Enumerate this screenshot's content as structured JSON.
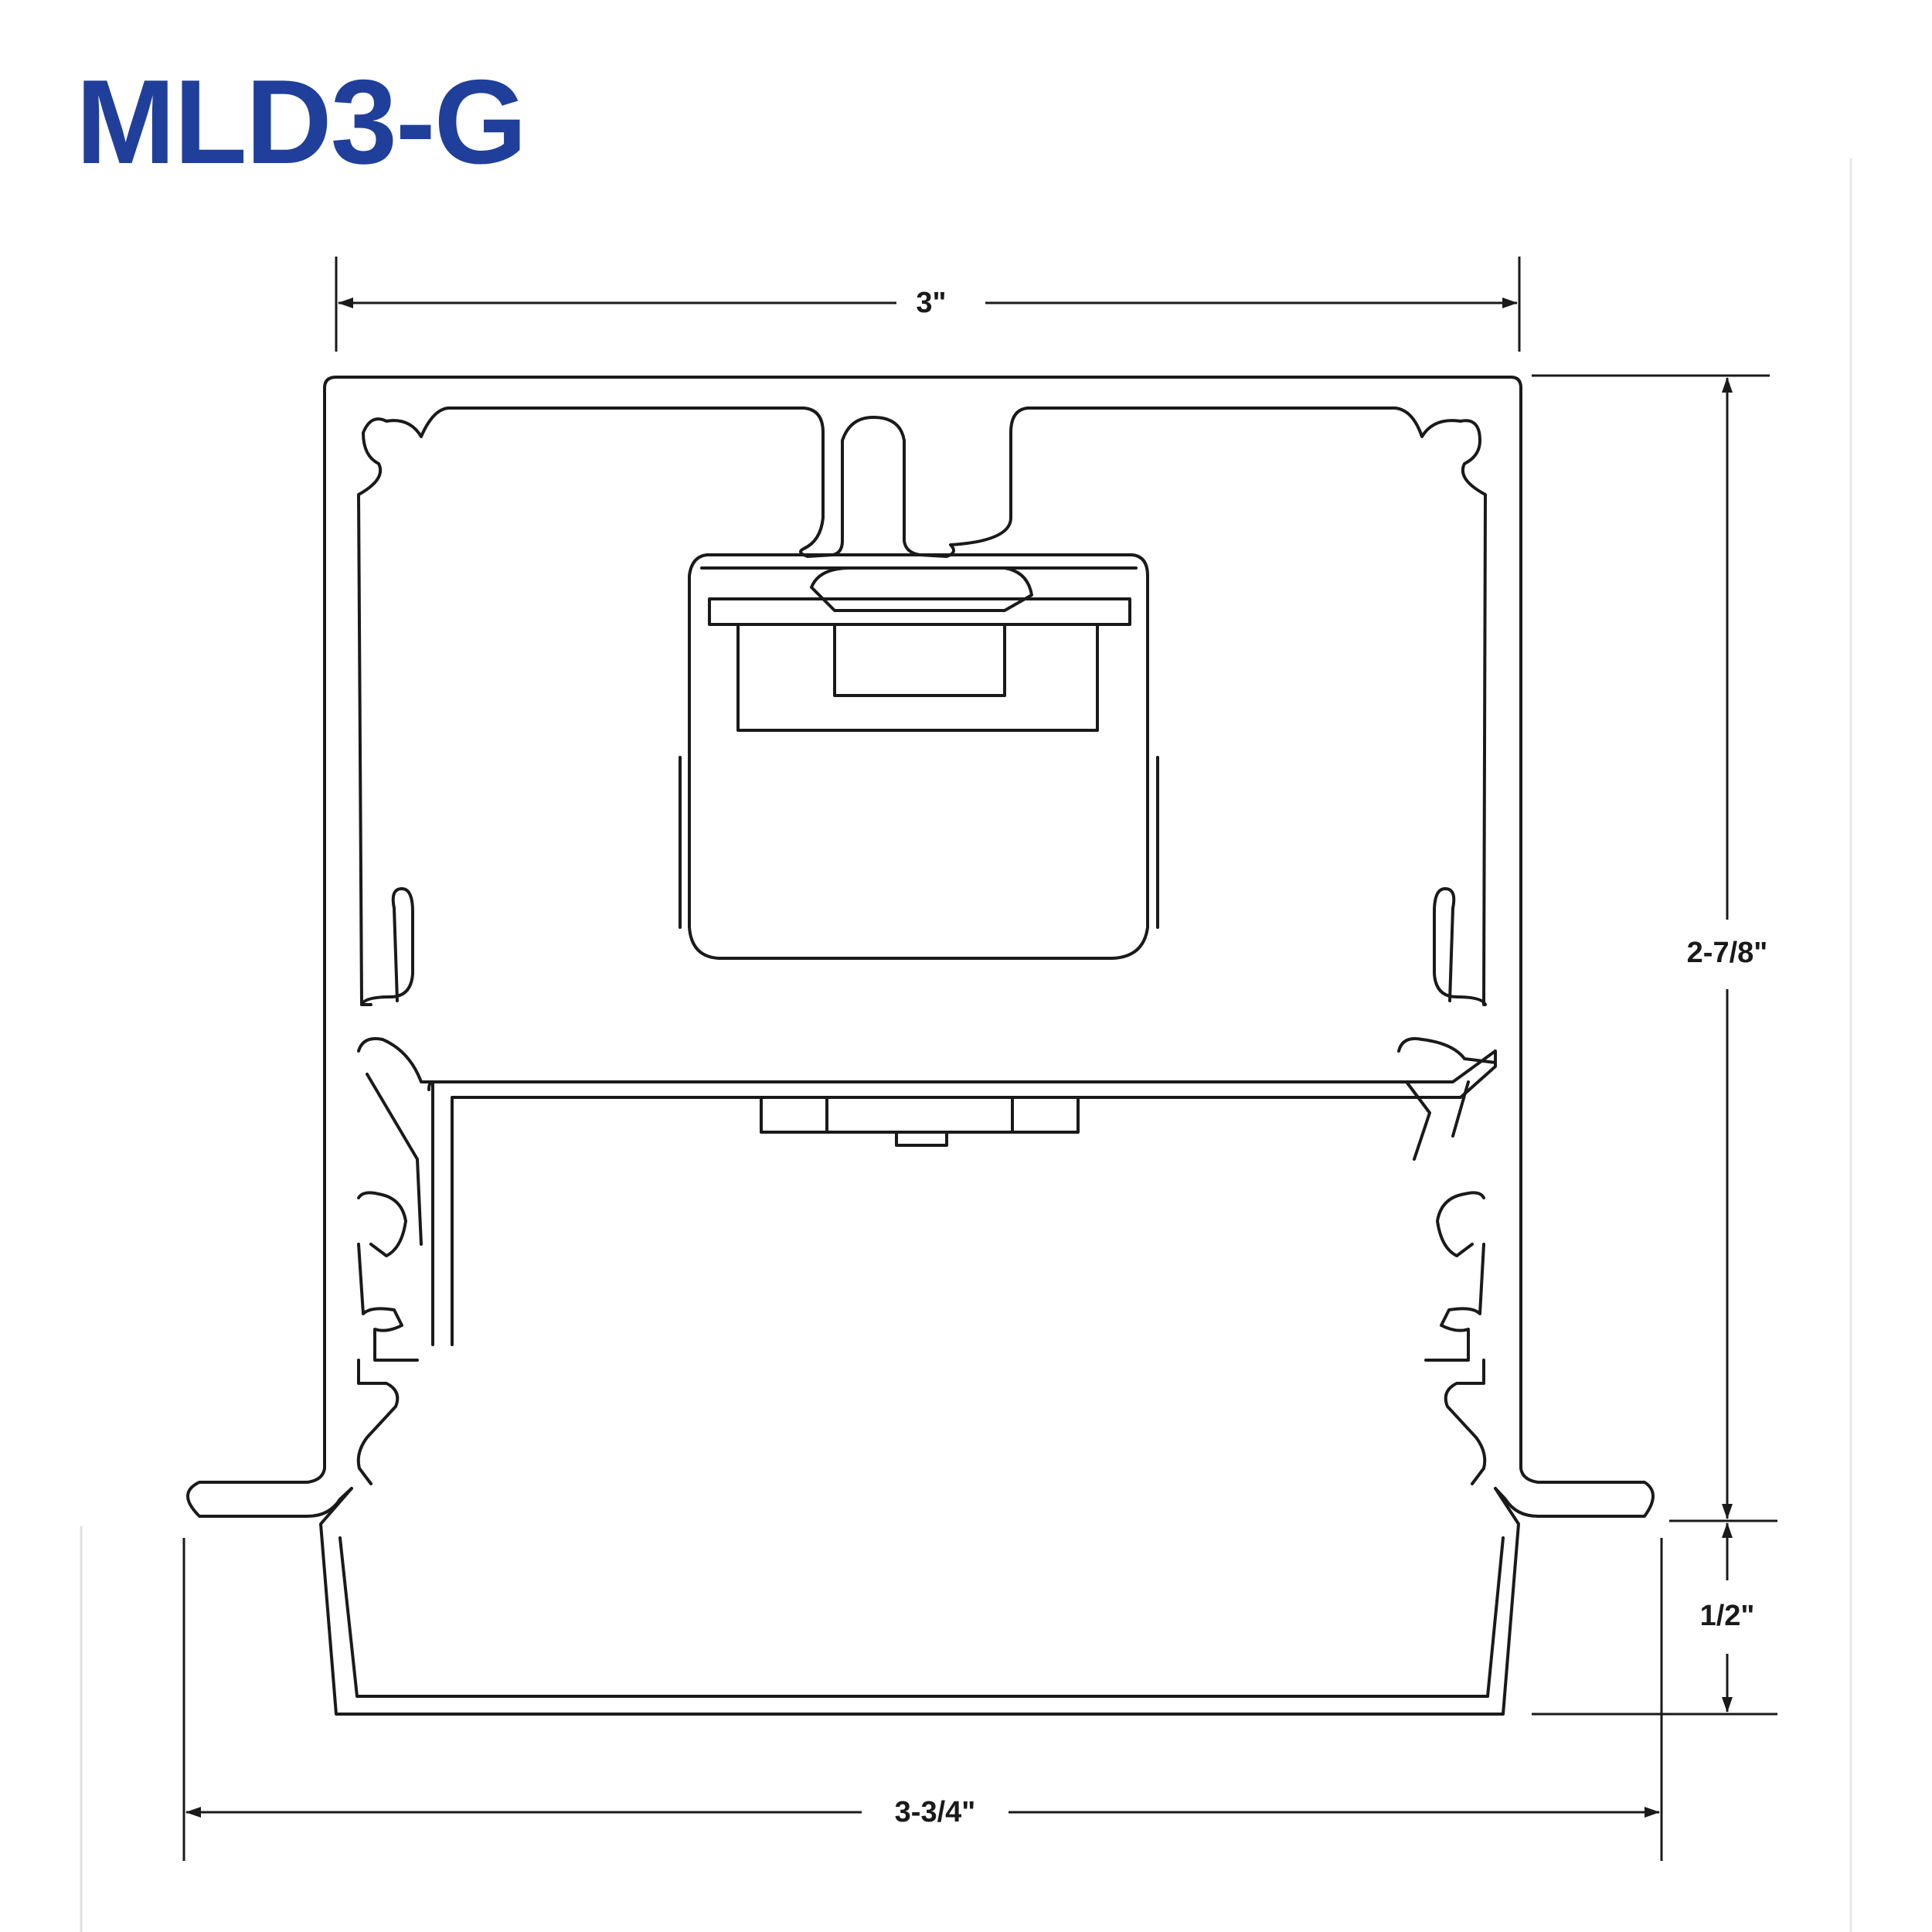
{
  "title": "MLD3-G",
  "colors": {
    "title": "#1f3f9a",
    "line": "#1a1a1a",
    "background": "#ffffff"
  },
  "dimensions": {
    "top_width": "3\"",
    "flange_width": "3-3/4\"",
    "housing_height": "2-7/8\"",
    "lens_depth": "1/2\""
  }
}
